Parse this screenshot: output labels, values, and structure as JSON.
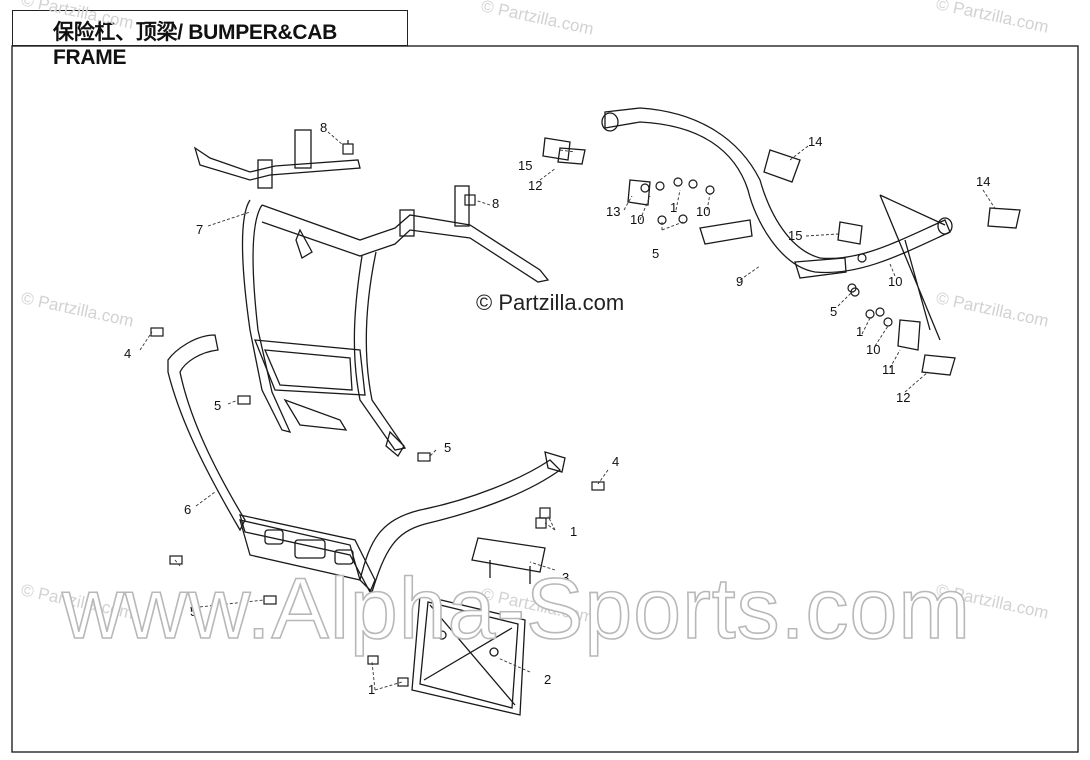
{
  "title": "保险杠、顶梁/ BUMPER&CAB FRAME",
  "copyright": "© Partzilla.com",
  "watermark_site": "www.Alpha-Sports.com",
  "watermark_small": "© Partzilla.com",
  "callouts": {
    "c1": "1",
    "c2": "2",
    "c3": "3",
    "c4": "4",
    "c5": "5",
    "c6": "6",
    "c7": "7",
    "c8": "8",
    "c9": "9",
    "c10": "10",
    "c11": "11",
    "c12": "12",
    "c13": "13",
    "c14": "14",
    "c15": "15"
  },
  "colors": {
    "line": "#1a1a1a",
    "watermark": "#b8b8b8",
    "border": "#222222"
  }
}
